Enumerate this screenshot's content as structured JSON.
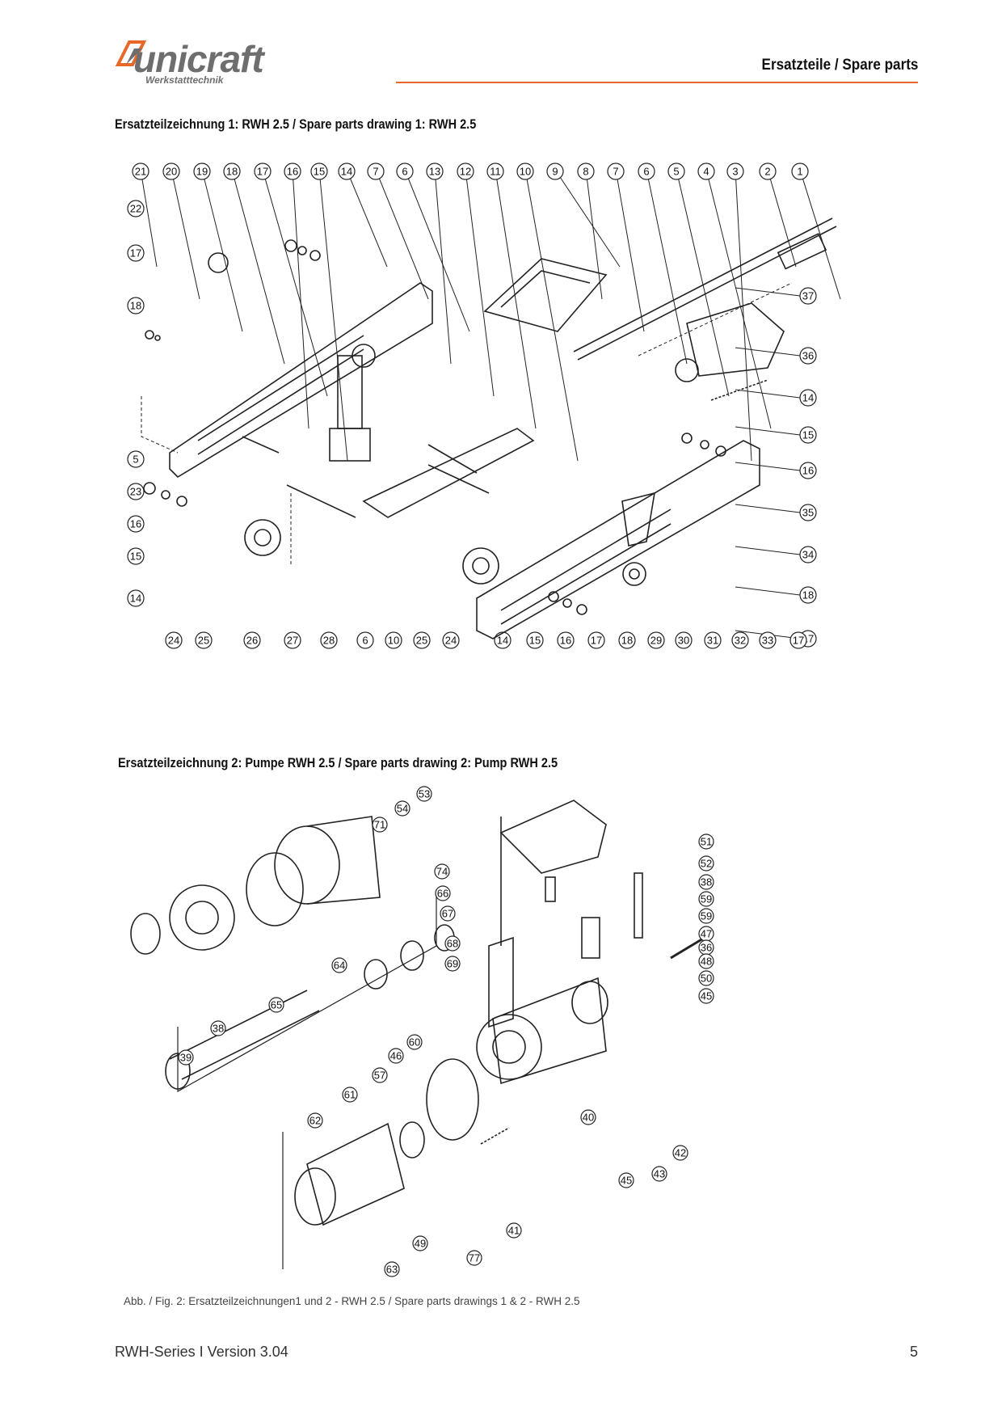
{
  "header": {
    "brand": "unicraft",
    "brand_sub": "Werkstatttechnik",
    "title": "Ersatzteile / Spare parts",
    "accent_color": "#e8682a"
  },
  "sections": [
    {
      "title": "Ersatzteilzeichnung 1: RWH 2.5 / Spare parts drawing 1: RWH 2.5",
      "top_callouts": [
        "21",
        "20",
        "19",
        "18",
        "17",
        "16",
        "15",
        "14",
        "7",
        "6",
        "13",
        "12",
        "11",
        "10",
        "9",
        "8",
        "7",
        "6",
        "5",
        "4",
        "3",
        "2",
        "1"
      ],
      "left_callouts": [
        "22",
        "17",
        "18",
        "5",
        "23",
        "16",
        "15",
        "14"
      ],
      "right_callouts": [
        "37",
        "36",
        "14",
        "15",
        "16",
        "35",
        "34",
        "18",
        "17"
      ],
      "bottom_callouts": [
        "24",
        "25",
        "26",
        "27",
        "28",
        "6",
        "10",
        "25",
        "24",
        "14",
        "15",
        "16",
        "17",
        "18",
        "29",
        "30",
        "31",
        "32",
        "33",
        "17"
      ]
    },
    {
      "title": "Ersatzteilzeichnung 2: Pumpe RWH 2.5 / Spare parts drawing 2: Pump RWH 2.5",
      "callouts": [
        "71",
        "53",
        "54",
        "74",
        "66",
        "67",
        "68",
        "69",
        "64",
        "65",
        "38",
        "39",
        "62",
        "61",
        "57",
        "46",
        "60",
        "63",
        "49",
        "77",
        "41",
        "40",
        "45",
        "43",
        "42",
        "51",
        "52",
        "38",
        "59",
        "59",
        "47",
        "36",
        "48",
        "50",
        "45"
      ]
    }
  ],
  "caption": "Abb. / Fig. 2: Ersatzteilzeichnungen1 und 2 - RWH 2.5 / Spare parts drawings 1 & 2 - RWH 2.5",
  "footer": {
    "left": "RWH-Series I Version 3.04",
    "page_number": "5"
  }
}
